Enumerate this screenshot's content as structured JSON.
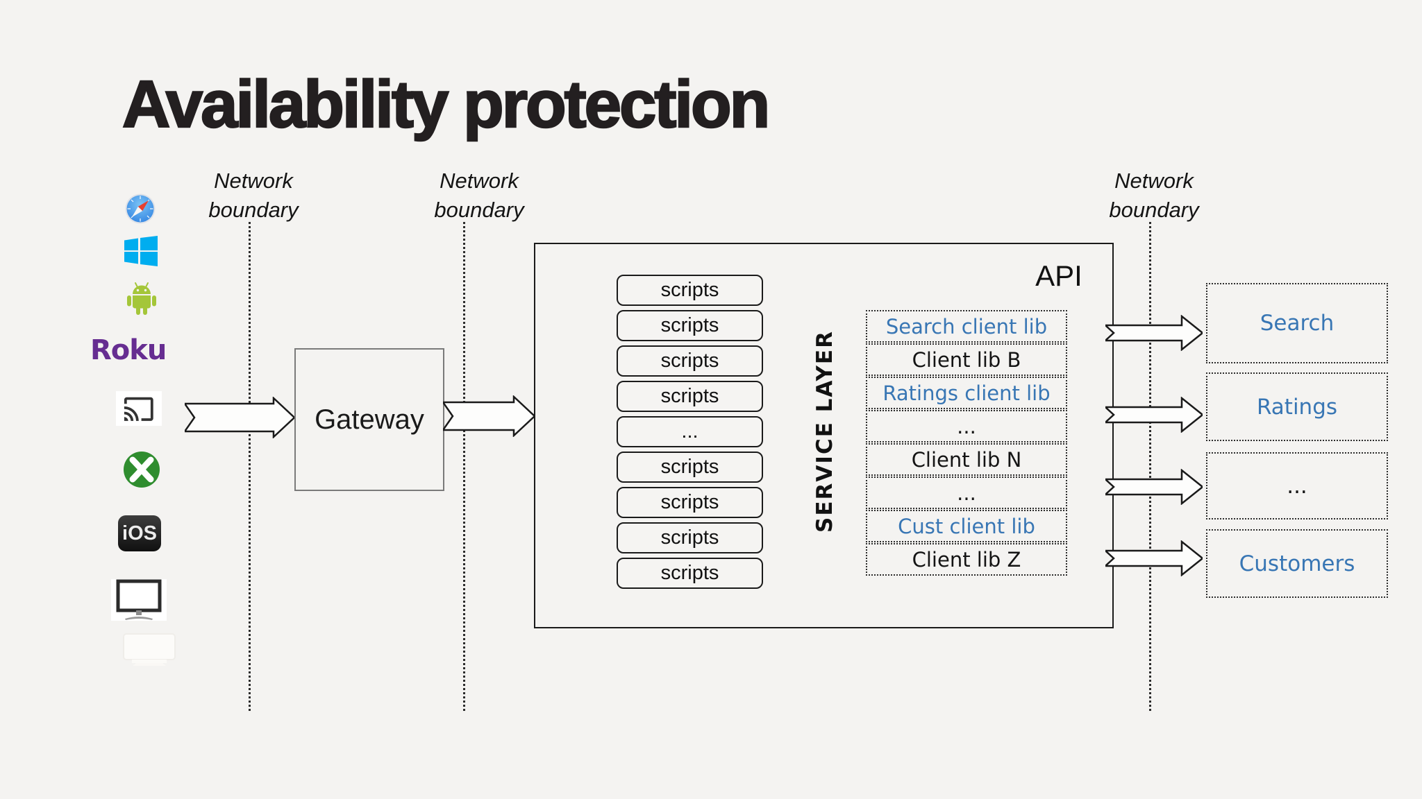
{
  "title": "Availability protection",
  "network_boundaries": [
    {
      "lines": [
        "Network",
        "boundary"
      ]
    },
    {
      "lines": [
        "Network",
        "boundary"
      ]
    },
    {
      "lines": [
        "Network",
        "boundary"
      ]
    }
  ],
  "devices": {
    "roku_label": "Roku",
    "ios_label": "iOS"
  },
  "gateway": {
    "label": "Gateway"
  },
  "api": {
    "label": "API",
    "service_layer": "SERVICE LAYER",
    "scripts": [
      "scripts",
      "scripts",
      "scripts",
      "scripts",
      "...",
      "scripts",
      "scripts",
      "scripts",
      "scripts"
    ],
    "client_libs": [
      {
        "label": "Search client lib",
        "style": "blue"
      },
      {
        "label": "Client lib B",
        "style": "dark"
      },
      {
        "label": "Ratings client lib",
        "style": "blue"
      },
      {
        "label": "...",
        "style": "dark"
      },
      {
        "label": "Client lib N",
        "style": "dark"
      },
      {
        "label": "...",
        "style": "dark"
      },
      {
        "label": "Cust client lib",
        "style": "blue"
      },
      {
        "label": "Client lib Z",
        "style": "dark"
      }
    ]
  },
  "services": [
    {
      "label": "Search",
      "style": "blue"
    },
    {
      "label": "Ratings",
      "style": "blue"
    },
    {
      "label": "...",
      "style": "dark"
    },
    {
      "label": "Customers",
      "style": "blue"
    }
  ],
  "colors": {
    "background": "#f4f3f1",
    "ink": "#1a1a1a",
    "link_blue": "#3876b4",
    "gateway_border": "#7a7a7a",
    "roku_purple": "#662d91",
    "windows_blue": "#00adef",
    "android_green": "#a4c639",
    "xbox_green": "#2f8d2f"
  }
}
